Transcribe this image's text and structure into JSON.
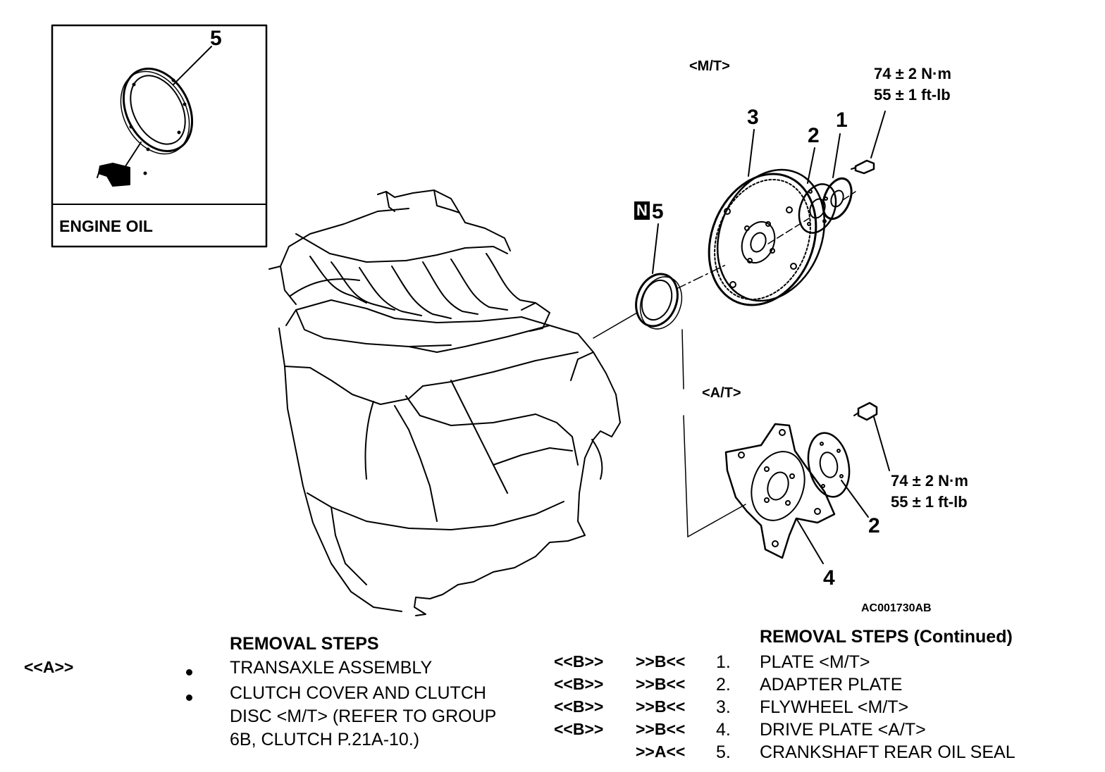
{
  "inset": {
    "callout": "5",
    "label": "ENGINE OIL"
  },
  "diagram": {
    "variant_mt": "<M/T>",
    "variant_at": "<A/T>",
    "torque_mt": [
      "74 ± 2 N·m",
      "55 ± 1 ft-lb"
    ],
    "torque_at": [
      "74 ± 2 N·m",
      "55 ± 1 ft-lb"
    ],
    "callouts": {
      "seal_badge": "N",
      "seal": "5",
      "flywheel": "3",
      "adapter_mt": "2",
      "plate_mt": "1",
      "adapter_at": "2",
      "drive_plate": "4"
    },
    "figure_code": "AC001730AB"
  },
  "removal_left": {
    "header": "REMOVAL STEPS",
    "ref_a": "<<A>>",
    "items": [
      {
        "lines": [
          "TRANSAXLE ASSEMBLY"
        ]
      },
      {
        "lines": [
          "CLUTCH COVER AND CLUTCH",
          "DISC <M/T> (REFER TO GROUP",
          "6B, CLUTCH P.21A-10.)"
        ]
      }
    ]
  },
  "removal_right": {
    "header": "REMOVAL STEPS (Continued)",
    "items": [
      {
        "ref_removal": "<<B>>",
        "ref_install": ">>B<<",
        "num": "1.",
        "text": "PLATE <M/T>"
      },
      {
        "ref_removal": "<<B>>",
        "ref_install": ">>B<<",
        "num": "2.",
        "text": "ADAPTER PLATE"
      },
      {
        "ref_removal": "<<B>>",
        "ref_install": ">>B<<",
        "num": "3.",
        "text": "FLYWHEEL <M/T>"
      },
      {
        "ref_removal": "<<B>>",
        "ref_install": ">>B<<",
        "num": "4.",
        "text": "DRIVE PLATE <A/T>"
      },
      {
        "ref_removal": "",
        "ref_install": ">>A<<",
        "num": "5.",
        "text": "CRANKSHAFT REAR OIL SEAL"
      }
    ]
  }
}
